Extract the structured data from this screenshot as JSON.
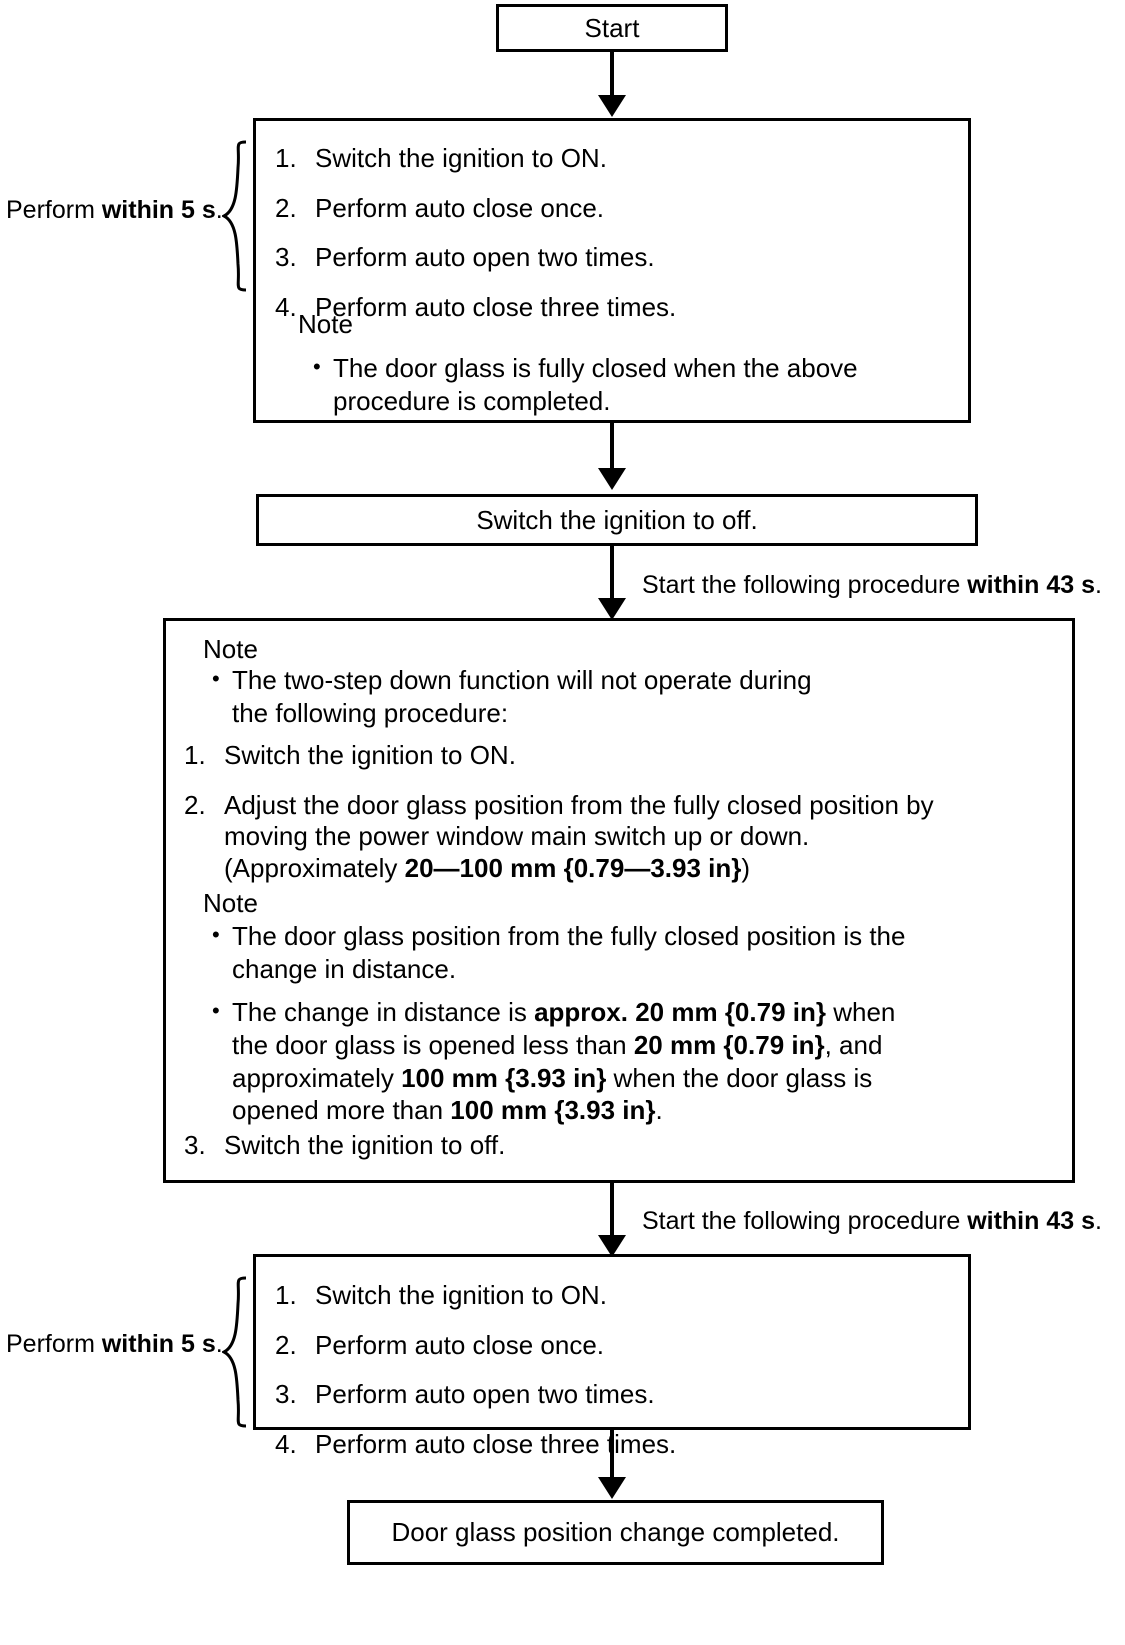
{
  "flowchart": {
    "title_box": {
      "label": "Start"
    },
    "step1": {
      "side_label_prefix": "Perform ",
      "side_label_bold": "within 5 s",
      "side_label_suffix": ".",
      "items": [
        {
          "num": "1.",
          "text": "Switch the ignition to ON."
        },
        {
          "num": "2.",
          "text": "Perform auto close once."
        },
        {
          "num": "3.",
          "text": "Perform auto open two times."
        },
        {
          "num": "4.",
          "text": "Perform auto close three times."
        }
      ],
      "note_heading": "Note",
      "note_bullets": [
        {
          "bullet": "•",
          "text": "The door glass is fully closed when the above procedure is completed."
        }
      ]
    },
    "step2": {
      "label": "Switch the ignition to off."
    },
    "connector1": {
      "prefix": "Start the following procedure ",
      "bold": "within 43 s",
      "suffix": "."
    },
    "step3": {
      "note_heading_top": "Note",
      "note_bullets_top": [
        {
          "bullet": "•",
          "text": "The two-step down function will not operate during the following procedure:"
        }
      ],
      "items": [
        {
          "num": "1.",
          "text": "Switch the ignition to ON."
        },
        {
          "num": "2.",
          "text_line1": "Adjust the door glass position from the fully closed position by",
          "text_line2": "moving the power window main switch up or down.",
          "line3_prefix": "(Approximately ",
          "line3_bold": "20—100 mm {0.79—3.93 in}",
          "line3_suffix": ")"
        }
      ],
      "note_heading_mid": "Note",
      "note_bullet_a": {
        "bullet": "•",
        "text": "The door glass position from the fully closed position is the change in distance."
      },
      "note_bullet_b": {
        "bullet": "•",
        "p1": "The change in distance is ",
        "b1": "approx. 20 mm {0.79 in}",
        "p2": " when the door glass is opened less than ",
        "b2": "20 mm {0.79 in}",
        "p3": ", and approximately ",
        "b3": "100 mm {3.93 in}",
        "p4": " when the door glass is opened more than ",
        "b4": "100 mm {3.93 in}",
        "p5": "."
      },
      "item3": {
        "num": "3.",
        "text": "Switch the ignition to off."
      }
    },
    "connector2": {
      "prefix": "Start the following procedure ",
      "bold": "within 43 s",
      "suffix": "."
    },
    "step4": {
      "side_label_prefix": "Perform ",
      "side_label_bold": "within 5 s",
      "side_label_suffix": ".",
      "items": [
        {
          "num": "1.",
          "text": "Switch the ignition to ON."
        },
        {
          "num": "2.",
          "text": "Perform auto close once."
        },
        {
          "num": "3.",
          "text": "Perform auto open two times."
        },
        {
          "num": "4.",
          "text": "Perform auto close three times."
        }
      ]
    },
    "end_box": {
      "label": "Door glass position change completed."
    }
  }
}
